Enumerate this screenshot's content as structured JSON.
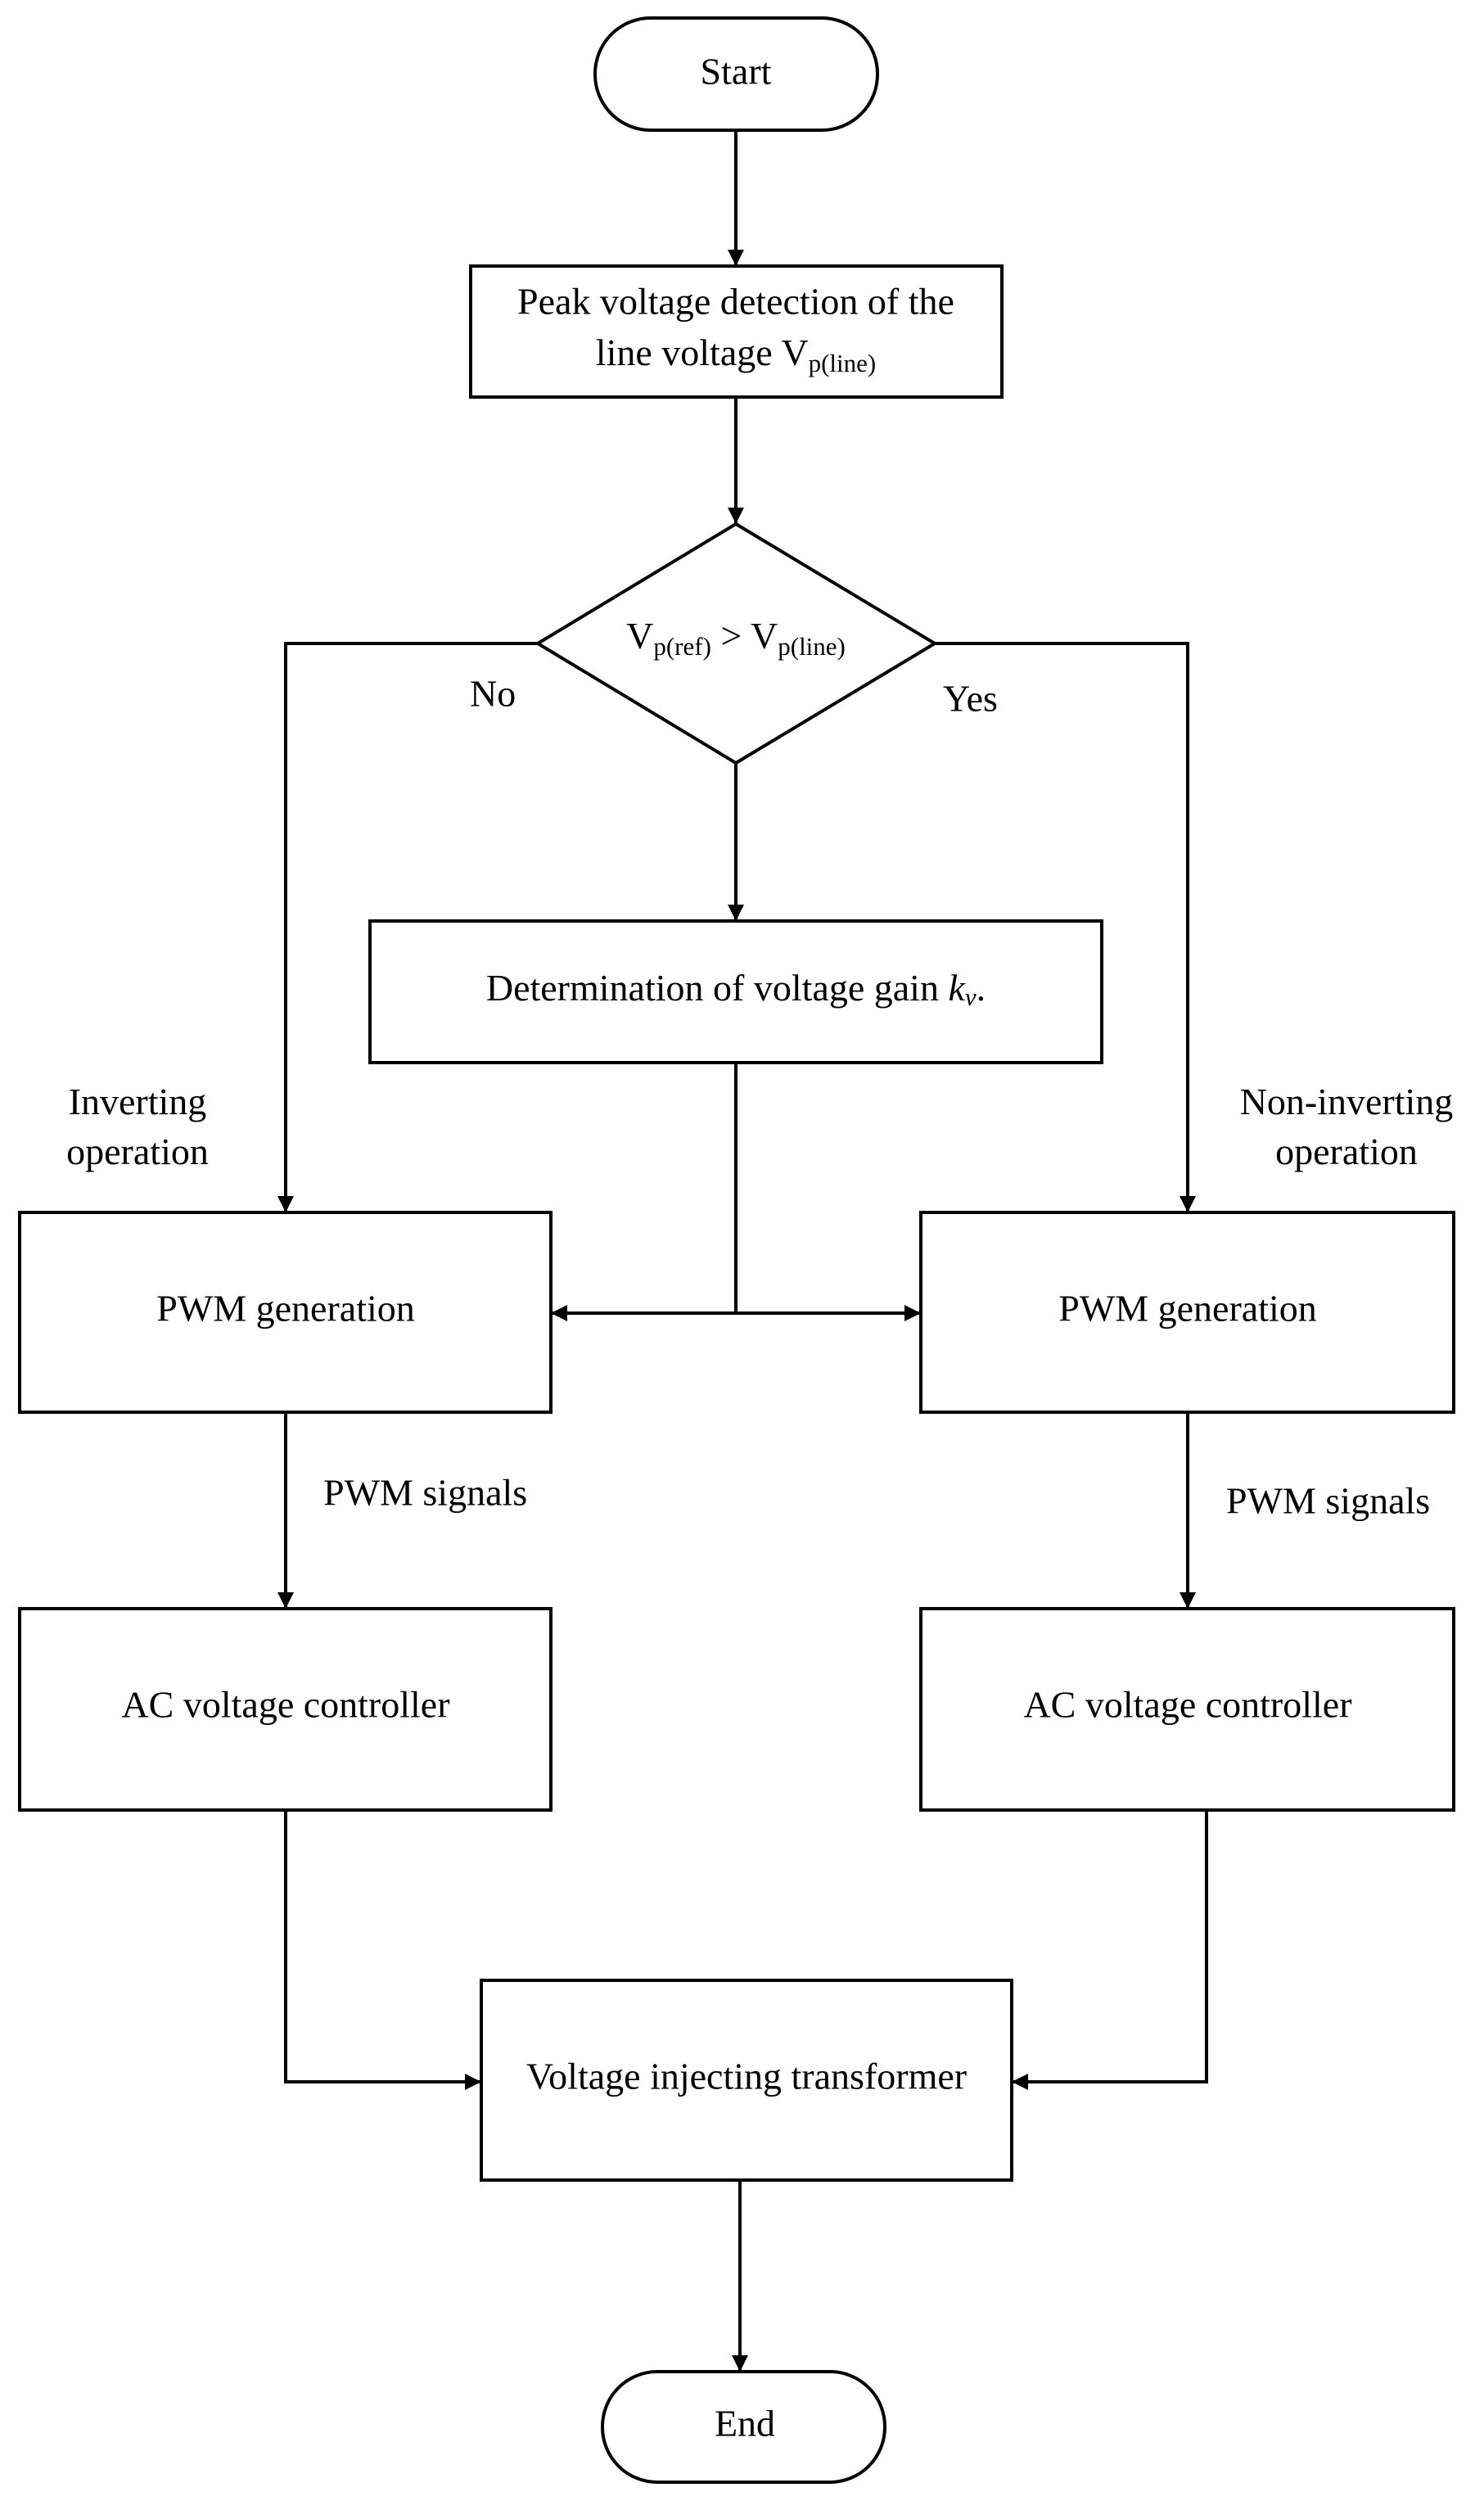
{
  "nodes": {
    "start": "Start",
    "peak_detection": {
      "line1": "Peak voltage detection of the",
      "line2": "line voltage V",
      "line2_sub": "p(line)"
    },
    "decision": {
      "v1": "V",
      "sub1": "p(ref)",
      "op": " > V",
      "sub2": "p(line)"
    },
    "gain": {
      "text": "Determination of voltage gain ",
      "k": "k",
      "k_sub": "v",
      "tail": "."
    },
    "pwm_left": "PWM generation",
    "pwm_right": "PWM generation",
    "acvc_left": "AC voltage controller",
    "acvc_right": "AC voltage controller",
    "transformer": "Voltage injecting transformer",
    "end": "End"
  },
  "labels": {
    "no": "No",
    "yes": "Yes",
    "inverting": [
      "Inverting",
      "operation"
    ],
    "non_inverting": [
      "Non-inverting",
      "operation"
    ],
    "pwm_signals_left": "PWM signals",
    "pwm_signals_right": "PWM signals"
  }
}
